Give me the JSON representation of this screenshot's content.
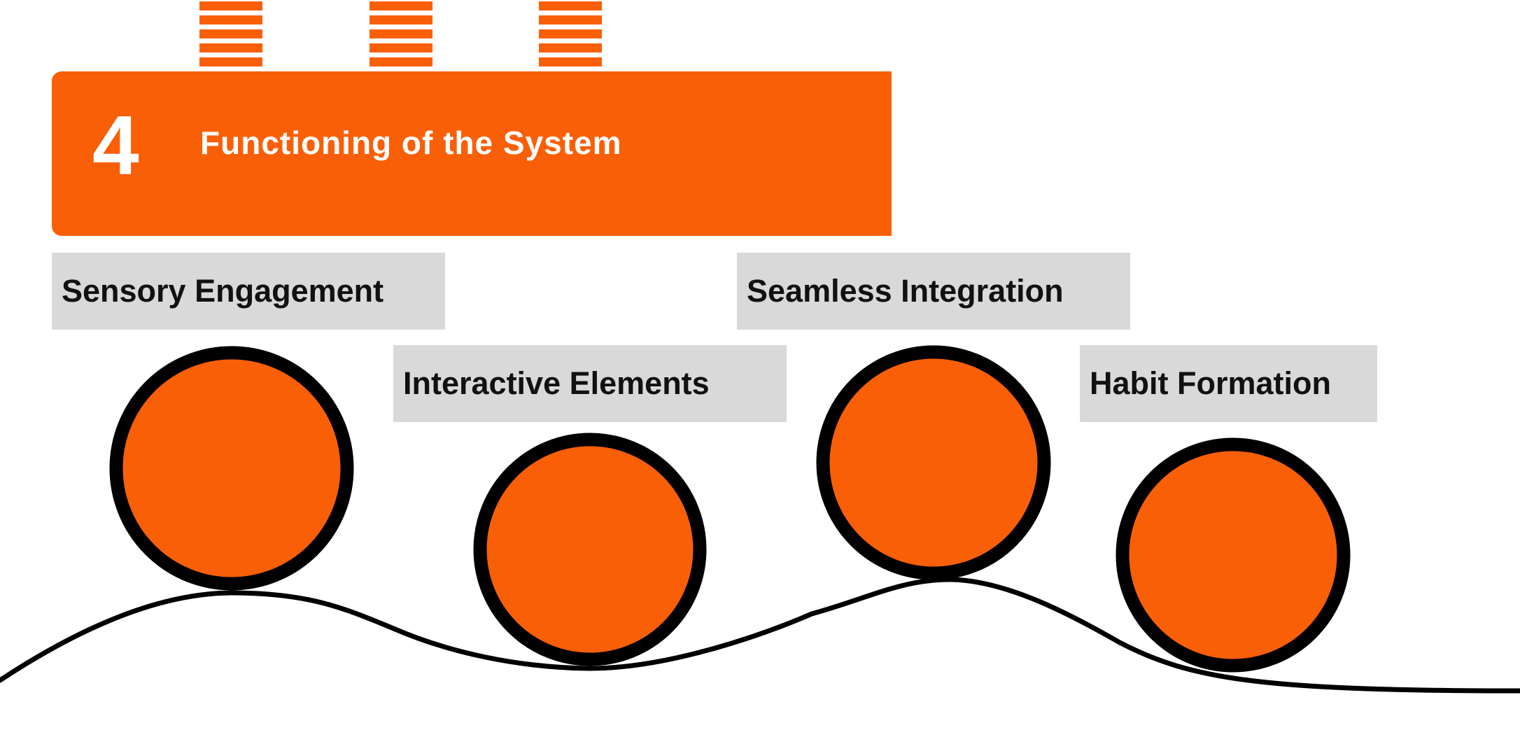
{
  "header": {
    "number": "4",
    "title": "Functioning of the System"
  },
  "steps": [
    {
      "label": "Sensory Engagement"
    },
    {
      "label": "Interactive Elements"
    },
    {
      "label": "Seamless Integration"
    },
    {
      "label": "Habit Formation"
    }
  ],
  "colors": {
    "accent": "#f95f07",
    "label_bg": "#d9d9d9",
    "outline": "#000000"
  }
}
